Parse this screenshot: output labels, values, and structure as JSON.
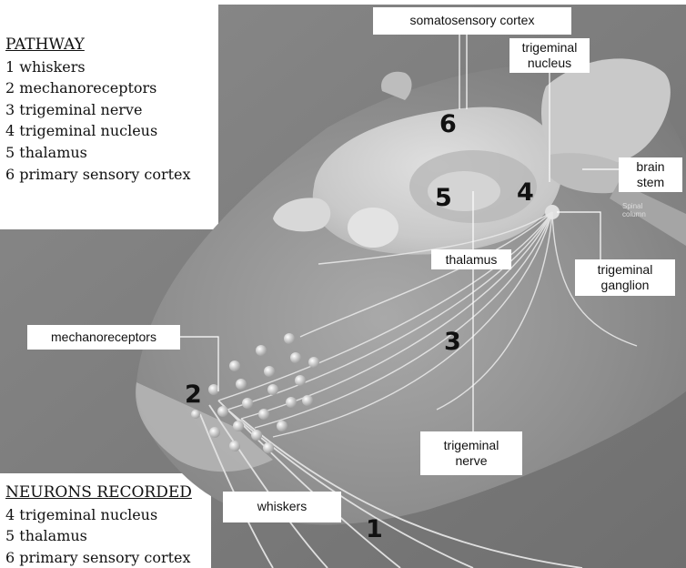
{
  "pathway": {
    "heading": "PATHWAY",
    "items": [
      "1 whiskers",
      "2 mechanoreceptors",
      "3 trigeminal nerve",
      "4 trigeminal nucleus",
      "5 thalamus",
      "6 primary sensory cortex"
    ]
  },
  "neurons_recorded": {
    "heading": "NEURONS RECORDED",
    "items": [
      "4 trigeminal nucleus",
      "5 thalamus",
      "6 primary sensory cortex"
    ]
  },
  "labels": {
    "somatosensory_cortex": "somatosensory cortex",
    "trigeminal_nucleus_1": "trigeminal",
    "trigeminal_nucleus_2": "nucleus",
    "brain_stem_1": "brain",
    "brain_stem_2": "stem",
    "spinal_column_1": "Spinal",
    "spinal_column_2": "column",
    "thalamus": "thalamus",
    "trigeminal_ganglion_1": "trigeminal",
    "trigeminal_ganglion_2": "ganglion",
    "mechanoreceptors": "mechanoreceptors",
    "trigeminal_nerve_1": "trigeminal",
    "trigeminal_nerve_2": "nerve",
    "whiskers": "whiskers"
  },
  "numbers": {
    "n1": "1",
    "n2": "2",
    "n3": "3",
    "n4": "4",
    "n5": "5",
    "n6": "6"
  }
}
